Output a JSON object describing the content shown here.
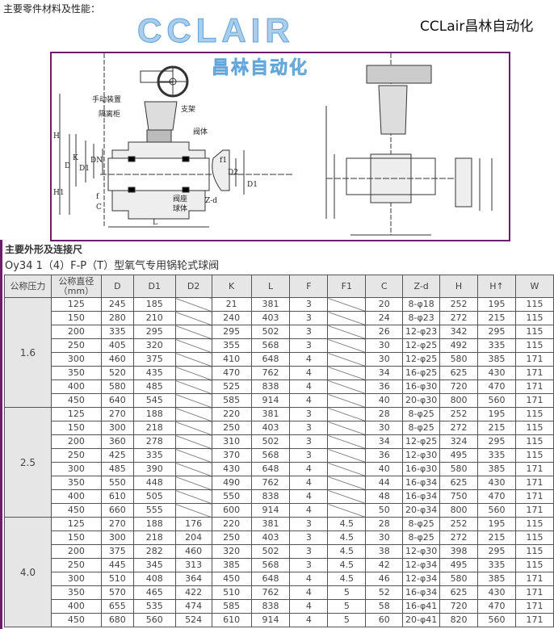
{
  "top_label": "主要零件材料及性能：",
  "watermark": "CCLAIR",
  "drawing_labels": {
    "manual": "手动装置",
    "isolation": "隔离柜",
    "bracket": "支架",
    "body": "阀体",
    "seat": "阀座",
    "ball": "球体",
    "H": "H",
    "H1": "H1",
    "D": "D",
    "K": "K",
    "D1": "D1",
    "DN": "DN",
    "f": "f",
    "C": "C",
    "L": "L",
    "f1": "f1",
    "D2": "D2",
    "Zd": "Z-d"
  },
  "section_title": "主要外形及连接尺",
  "table_title": "Oy34 1（4）F-P（T）型氧气专用锅轮式球阀",
  "headers": [
    "公称压力",
    "公称直径（mm）",
    "D",
    "D1",
    "D2",
    "K",
    "L",
    "F",
    "F1",
    "C",
    "Z-d",
    "H",
    "H↑",
    "W"
  ],
  "groups": [
    {
      "pressure": "1.6",
      "rows": [
        [
          "125",
          "245",
          "185",
          null,
          "21",
          "381",
          "3",
          null,
          "20",
          "8-φ18",
          "252",
          "195",
          "115"
        ],
        [
          "150",
          "280",
          "210",
          null,
          "240",
          "403",
          "3",
          null,
          "24",
          "8-φ23",
          "272",
          "215",
          "115"
        ],
        [
          "200",
          "335",
          "295",
          null,
          "295",
          "502",
          "3",
          null,
          "26",
          "12-φ23",
          "342",
          "295",
          "115"
        ],
        [
          "250",
          "405",
          "320",
          null,
          "355",
          "568",
          "3",
          null,
          "30",
          "12-φ25",
          "492",
          "335",
          "115"
        ],
        [
          "300",
          "460",
          "375",
          null,
          "410",
          "648",
          "4",
          null,
          "30",
          "12-φ25",
          "580",
          "385",
          "171"
        ],
        [
          "350",
          "520",
          "435",
          null,
          "470",
          "762",
          "4",
          null,
          "34",
          "16-φ25",
          "625",
          "430",
          "171"
        ],
        [
          "400",
          "580",
          "485",
          null,
          "525",
          "838",
          "4",
          null,
          "36",
          "16-φ30",
          "720",
          "470",
          "171"
        ],
        [
          "450",
          "640",
          "545",
          null,
          "585",
          "914",
          "4",
          null,
          "40",
          "20-φ30",
          "800",
          "560",
          "171"
        ]
      ]
    },
    {
      "pressure": "2.5",
      "rows": [
        [
          "125",
          "270",
          "188",
          null,
          "220",
          "381",
          "3",
          null,
          "28",
          "8-φ25",
          "252",
          "195",
          "115"
        ],
        [
          "150",
          "300",
          "218",
          null,
          "250",
          "403",
          "3",
          null,
          "30",
          "8-φ25",
          "272",
          "215",
          "115"
        ],
        [
          "200",
          "360",
          "278",
          null,
          "310",
          "502",
          "3",
          null,
          "34",
          "12-φ25",
          "324",
          "295",
          "115"
        ],
        [
          "250",
          "425",
          "335",
          null,
          "370",
          "568",
          "3",
          null,
          "36",
          "12-φ30",
          "495",
          "335",
          "115"
        ],
        [
          "300",
          "485",
          "390",
          null,
          "430",
          "648",
          "4",
          null,
          "40",
          "16-φ30",
          "580",
          "385",
          "171"
        ],
        [
          "350",
          "550",
          "448",
          null,
          "490",
          "762",
          "4",
          null,
          "44",
          "16-φ34",
          "625",
          "430",
          "171"
        ],
        [
          "400",
          "610",
          "505",
          null,
          "550",
          "838",
          "4",
          null,
          "48",
          "16-φ34",
          "750",
          "470",
          "171"
        ],
        [
          "450",
          "660",
          "555",
          null,
          "600",
          "914",
          "4",
          null,
          "50",
          "20-φ34",
          "800",
          "560",
          "171"
        ]
      ]
    },
    {
      "pressure": "4.0",
      "rows": [
        [
          "125",
          "270",
          "188",
          "176",
          "220",
          "381",
          "3",
          "4.5",
          "28",
          "8-φ25",
          "252",
          "195",
          "115"
        ],
        [
          "150",
          "300",
          "218",
          "204",
          "250",
          "403",
          "3",
          "4.5",
          "30",
          "8-φ25",
          "272",
          "215",
          "115"
        ],
        [
          "200",
          "375",
          "282",
          "460",
          "320",
          "502",
          "3",
          "4.5",
          "38",
          "12-φ30",
          "398",
          "295",
          "115"
        ],
        [
          "250",
          "445",
          "345",
          "313",
          "385",
          "568",
          "3",
          "4.5",
          "42",
          "12-φ34",
          "495",
          "335",
          "115"
        ],
        [
          "300",
          "510",
          "408",
          "364",
          "450",
          "648",
          "4",
          "4.5",
          "46",
          "12-φ34",
          "580",
          "385",
          "171"
        ],
        [
          "350",
          "570",
          "465",
          "422",
          "510",
          "762",
          "4",
          "5",
          "52",
          "16-φ34",
          "625",
          "430",
          "171"
        ],
        [
          "400",
          "655",
          "535",
          "474",
          "585",
          "838",
          "4",
          "5",
          "58",
          "16-φ41",
          "720",
          "470",
          "171"
        ],
        [
          "450",
          "680",
          "560",
          "524",
          "610",
          "914",
          "4",
          "5",
          "60",
          "20-φ41",
          "820",
          "560",
          "171"
        ]
      ]
    }
  ],
  "watermark2": "昌林自动化",
  "brand": "CCLair昌林自动化"
}
